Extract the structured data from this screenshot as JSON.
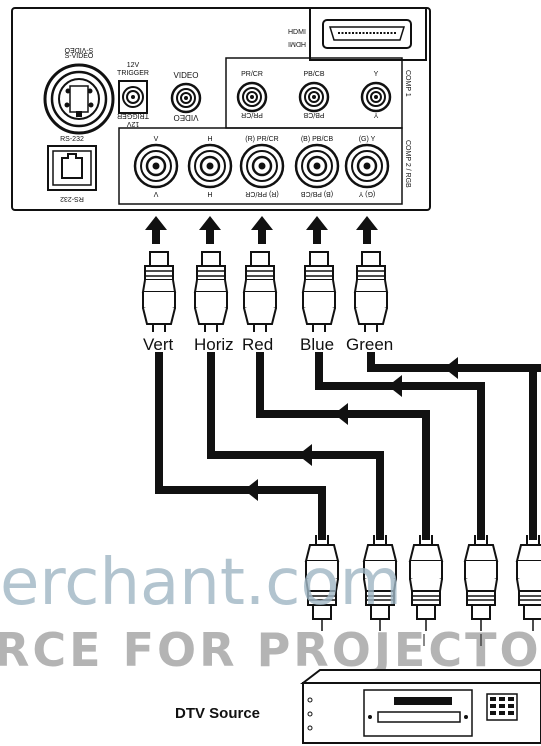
{
  "panel": {
    "hdmi": {
      "label": "HDMI",
      "label_flipped": "HDMI"
    },
    "svideo": {
      "label": "S-VIDEO",
      "label_flipped": "S-VIDEO"
    },
    "trigger": {
      "label": "12V TRIGGER",
      "label_flipped": "12V TRIGGER"
    },
    "video": {
      "label": "VIDEO",
      "label_flipped": "VIDEO"
    },
    "rs232": {
      "label": "RS-232",
      "label_flipped": "RS-232"
    },
    "comp1": {
      "title": "COMP 1",
      "ports": [
        {
          "label": "PR/CR",
          "label_flipped": "PR/CR"
        },
        {
          "label": "PB/CB",
          "label_flipped": "PB/CB"
        },
        {
          "label": "Y",
          "label_flipped": "Y"
        }
      ]
    },
    "comp2": {
      "title": "COMP 2 / RGB",
      "ports": [
        {
          "label": "V",
          "label_flipped": "V"
        },
        {
          "label": "H",
          "label_flipped": "H"
        },
        {
          "label": "(R) PR/CR",
          "label_flipped": "(R) PR/CR"
        },
        {
          "label": "(B) PB/CB",
          "label_flipped": "(B) PB/CB"
        },
        {
          "label": "(G) Y",
          "label_flipped": "(G) Y"
        }
      ]
    }
  },
  "cables": [
    "Vert",
    "Horiz",
    "Red",
    "Blue",
    "Green"
  ],
  "source": {
    "label": "DTV Source"
  },
  "watermark": {
    "line1": "erchant.com",
    "line2": "RCE FOR PROJECTOR LAMPS"
  }
}
